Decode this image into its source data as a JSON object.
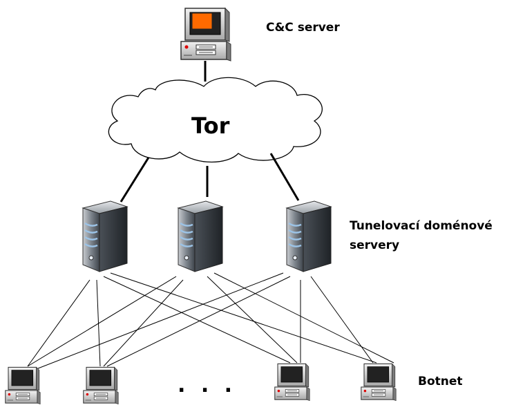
{
  "labels": {
    "cc_server": "C&C server",
    "tor": "Tor",
    "tunnel_servers": "Tunelovací doménové servery",
    "botnet": "Botnet",
    "ellipsis": ". . ."
  },
  "colors": {
    "cc_screen": "#ff6a00",
    "bot_screen": "#111111",
    "server_body": "#5a6168",
    "server_stripe": "#8ab4d8",
    "line": "#000000"
  },
  "icons": [
    "desktop-computer-icon",
    "tower-server-icon",
    "cloud-icon"
  ]
}
